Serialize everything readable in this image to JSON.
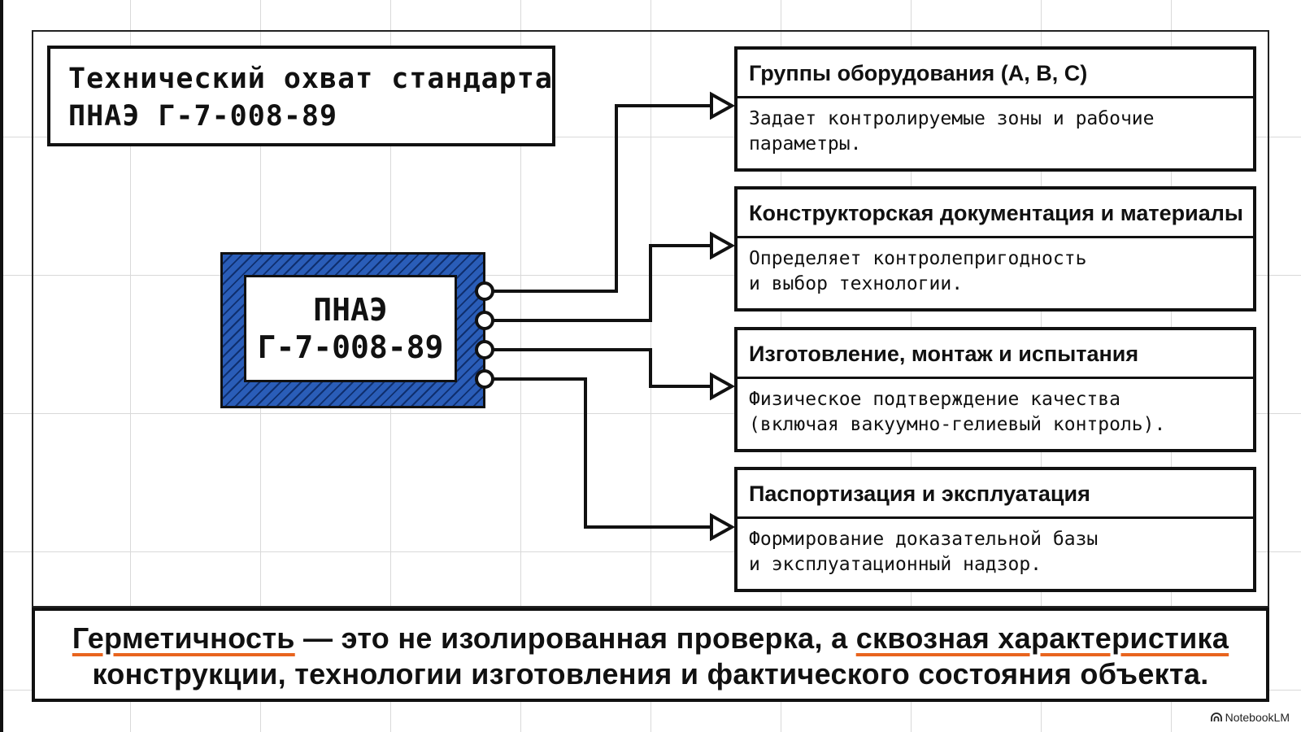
{
  "title": {
    "line1": "Технический охват стандарта",
    "line2": "ПНАЭ Г-7-008-89"
  },
  "core": {
    "line1": "ПНАЭ",
    "line2": "Г-7-008-89"
  },
  "accent_colors": {
    "core_hatch": "#2a5db8",
    "underline": "#e8641e"
  },
  "cards": [
    {
      "title": "Группы оборудования (А, В, С)",
      "body_line1": "Задает контролируемые зоны и рабочие",
      "body_line2": "параметры."
    },
    {
      "title": "Конструкторская документация и материалы",
      "body_line1": "Определяет контролепригодность",
      "body_line2": "и выбор технологии."
    },
    {
      "title": "Изготовление, монтаж и испытания",
      "body_line1": "Физическое подтверждение качества",
      "body_line2": "(включая вакуумно-гелиевый контроль)."
    },
    {
      "title": "Паспортизация и эксплуатация",
      "body_line1": "Формирование доказательной базы",
      "body_line2": "и эксплуатационный надзор."
    }
  ],
  "summary": {
    "highlight1": "Герметичность",
    "part1": " — это не изолированная проверка, а ",
    "highlight2": "сквозная характеристика",
    "line2": "конструкции, технологии изготовления и фактического состояния объекта."
  },
  "brand": {
    "icon": "notebooklm-logo-icon",
    "label": "NotebookLM"
  }
}
